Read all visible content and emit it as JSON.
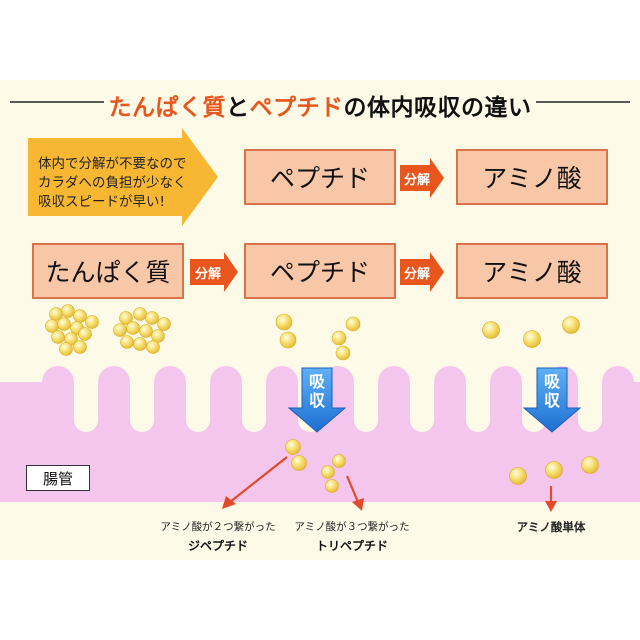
{
  "title": {
    "part1": "たんぱく質",
    "part2": "と",
    "part3": "ペプチド",
    "part4": "の体内吸収の違い"
  },
  "note_lines": [
    "体内で分解が不要なので",
    "カラダへの負担が少なく",
    "吸収スピードが早い!"
  ],
  "boxes": {
    "peptide_top": "ペプチド",
    "amino_top": "アミノ酸",
    "protein": "たんぱく質",
    "peptide_bottom": "ペプチド",
    "amino_bottom": "アミノ酸"
  },
  "arrow_label": "分解",
  "absorb_label": [
    "吸",
    "収"
  ],
  "gut_label": "腸管",
  "labels": {
    "dipeptide_line1": "アミノ酸が２つ繋がった",
    "dipeptide_line2": "ジペプチド",
    "tripeptide_line1": "アミノ酸が３つ繋がった",
    "tripeptide_line2": "トリペプチド",
    "single_amino": "アミノ酸単体"
  },
  "colors": {
    "accent_orange": "#e8561d",
    "box_fill": "#f8c7a7",
    "box_border": "#d8744a",
    "background_band": "#fdfbe8",
    "intestine": "#f4c6ee",
    "absorb_arrow": "#2f8fe8",
    "note_arrow": "#f7b733",
    "particle": "#f2d64a"
  }
}
